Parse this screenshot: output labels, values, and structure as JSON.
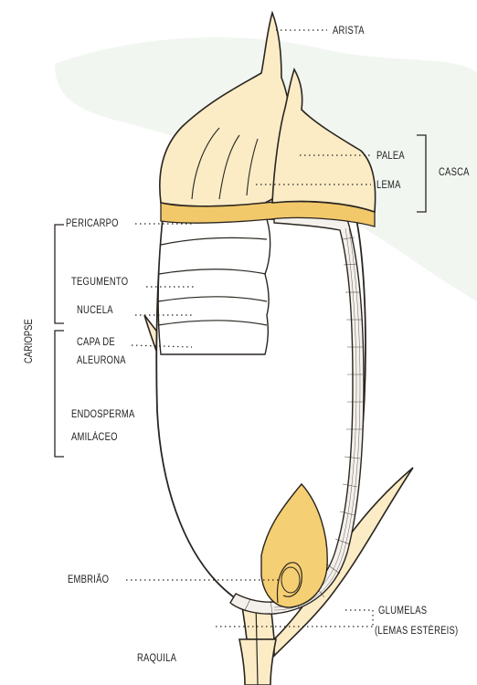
{
  "labels": {
    "arista": "ARISTA",
    "palea": "PALEA",
    "lema": "LEMA",
    "casca": "CASCA",
    "pericarpo": "PERICARPO",
    "tegumento": "TEGUMENTO",
    "nucela": "NUCELA",
    "capa_de_aleurona_1": "CAPA DE",
    "capa_de_aleurona_2": "ALEURONA",
    "endosperma_1": "ENDOSPERMA",
    "endosperma_2": "AMILÁCEO",
    "cariopse": "CARIOPSE",
    "embriao": "EMBRIÃO",
    "glumelas_1": "GLUMELAS",
    "glumelas_2": "(LEMAS ESTÉREIS)",
    "raquila": "RAQUILA"
  },
  "colors": {
    "husk_fill": "#fbecc6",
    "aleurone_band": "#f2c96a",
    "embryo_fill": "#f5cf73",
    "outline": "#2a2520",
    "background_wash": "#e6efe6"
  }
}
